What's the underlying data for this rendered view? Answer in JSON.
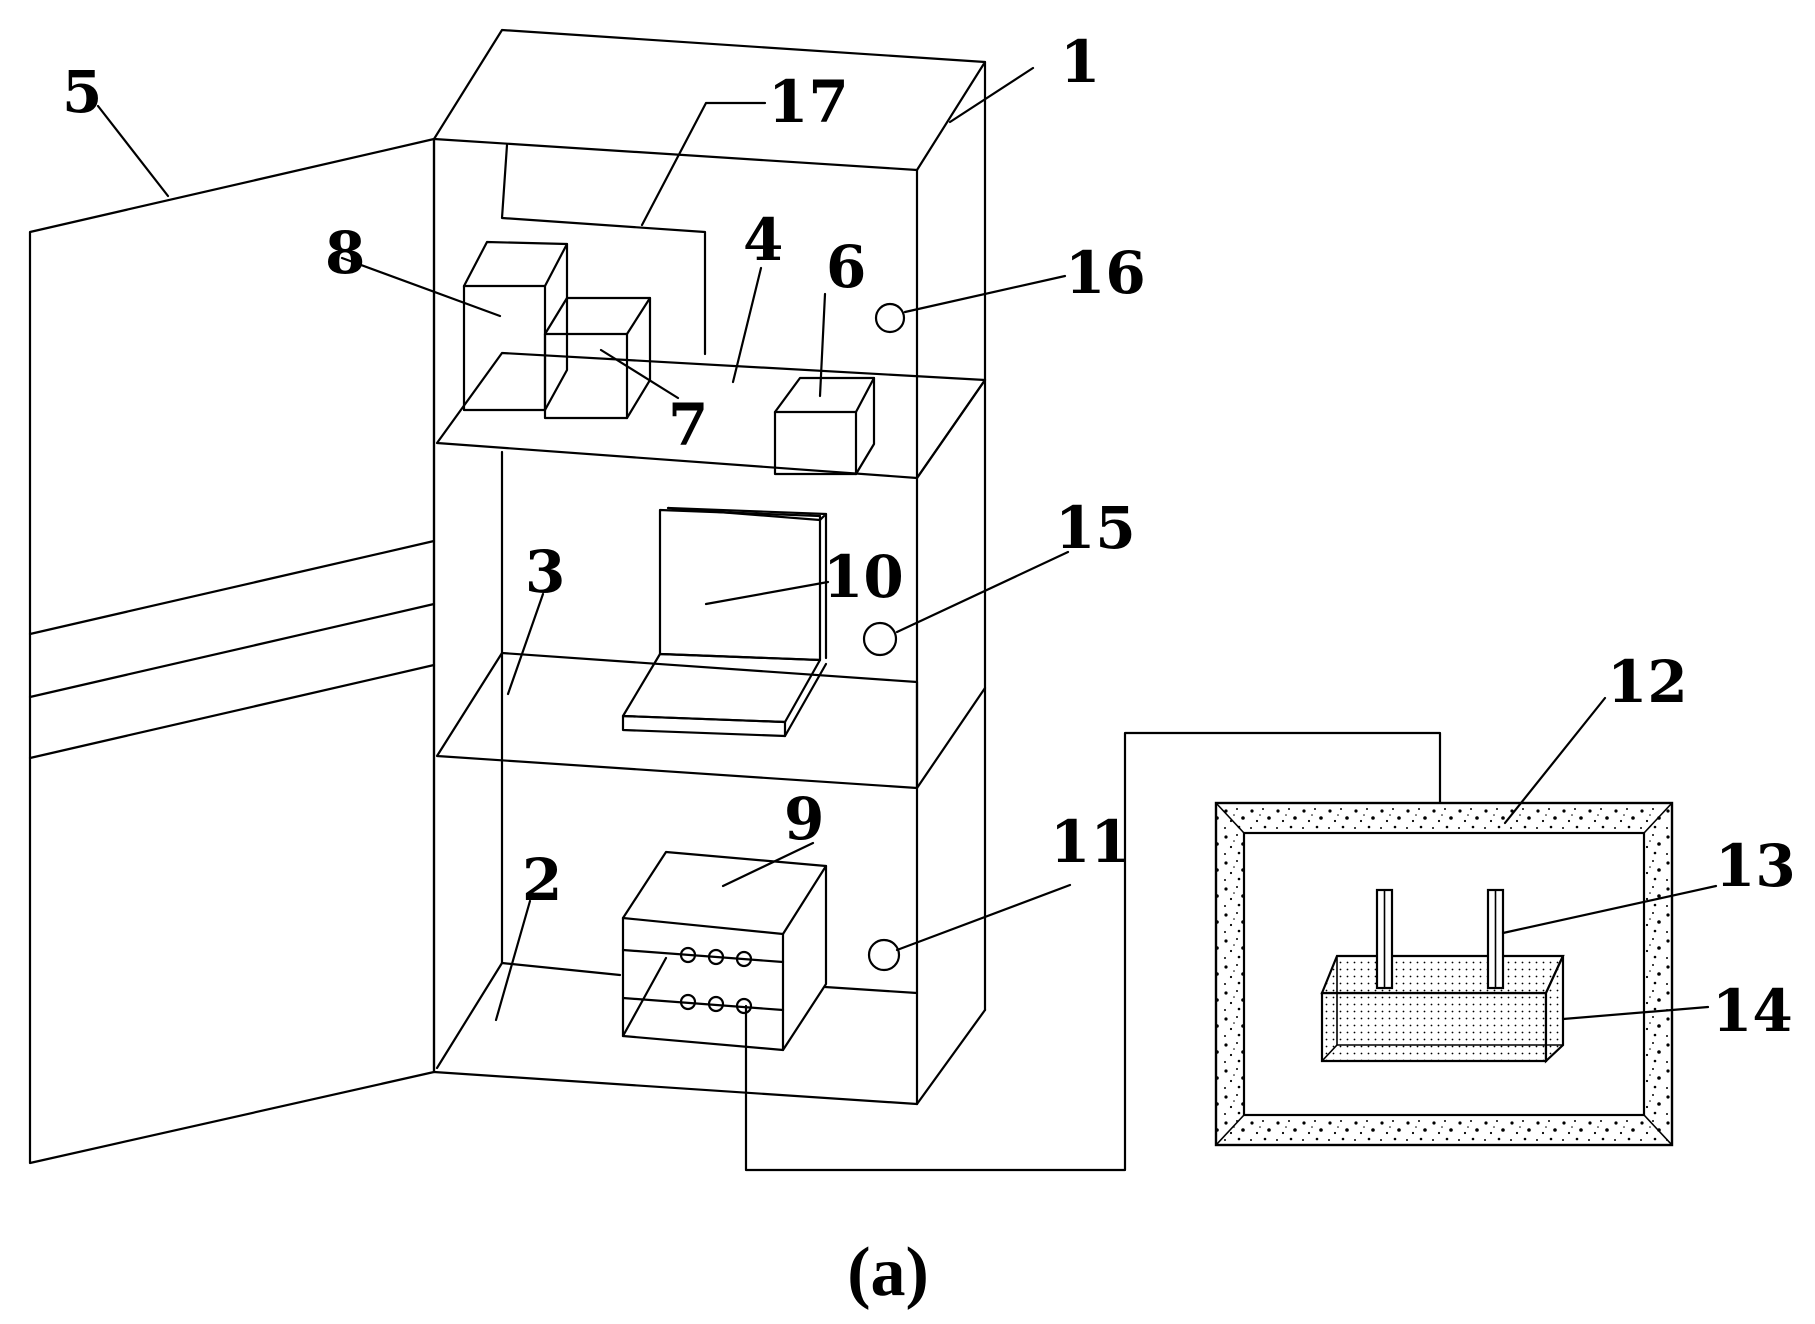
{
  "figure": {
    "caption": "(a)",
    "labels": {
      "l1": "1",
      "l2": "2",
      "l3": "3",
      "l4": "4",
      "l5": "5",
      "l6": "6",
      "l7": "7",
      "l8": "8",
      "l9": "9",
      "l10": "10",
      "l11": "11",
      "l12": "12",
      "l13": "13",
      "l14": "14",
      "l15": "15",
      "l16": "16",
      "l17": "17"
    }
  }
}
